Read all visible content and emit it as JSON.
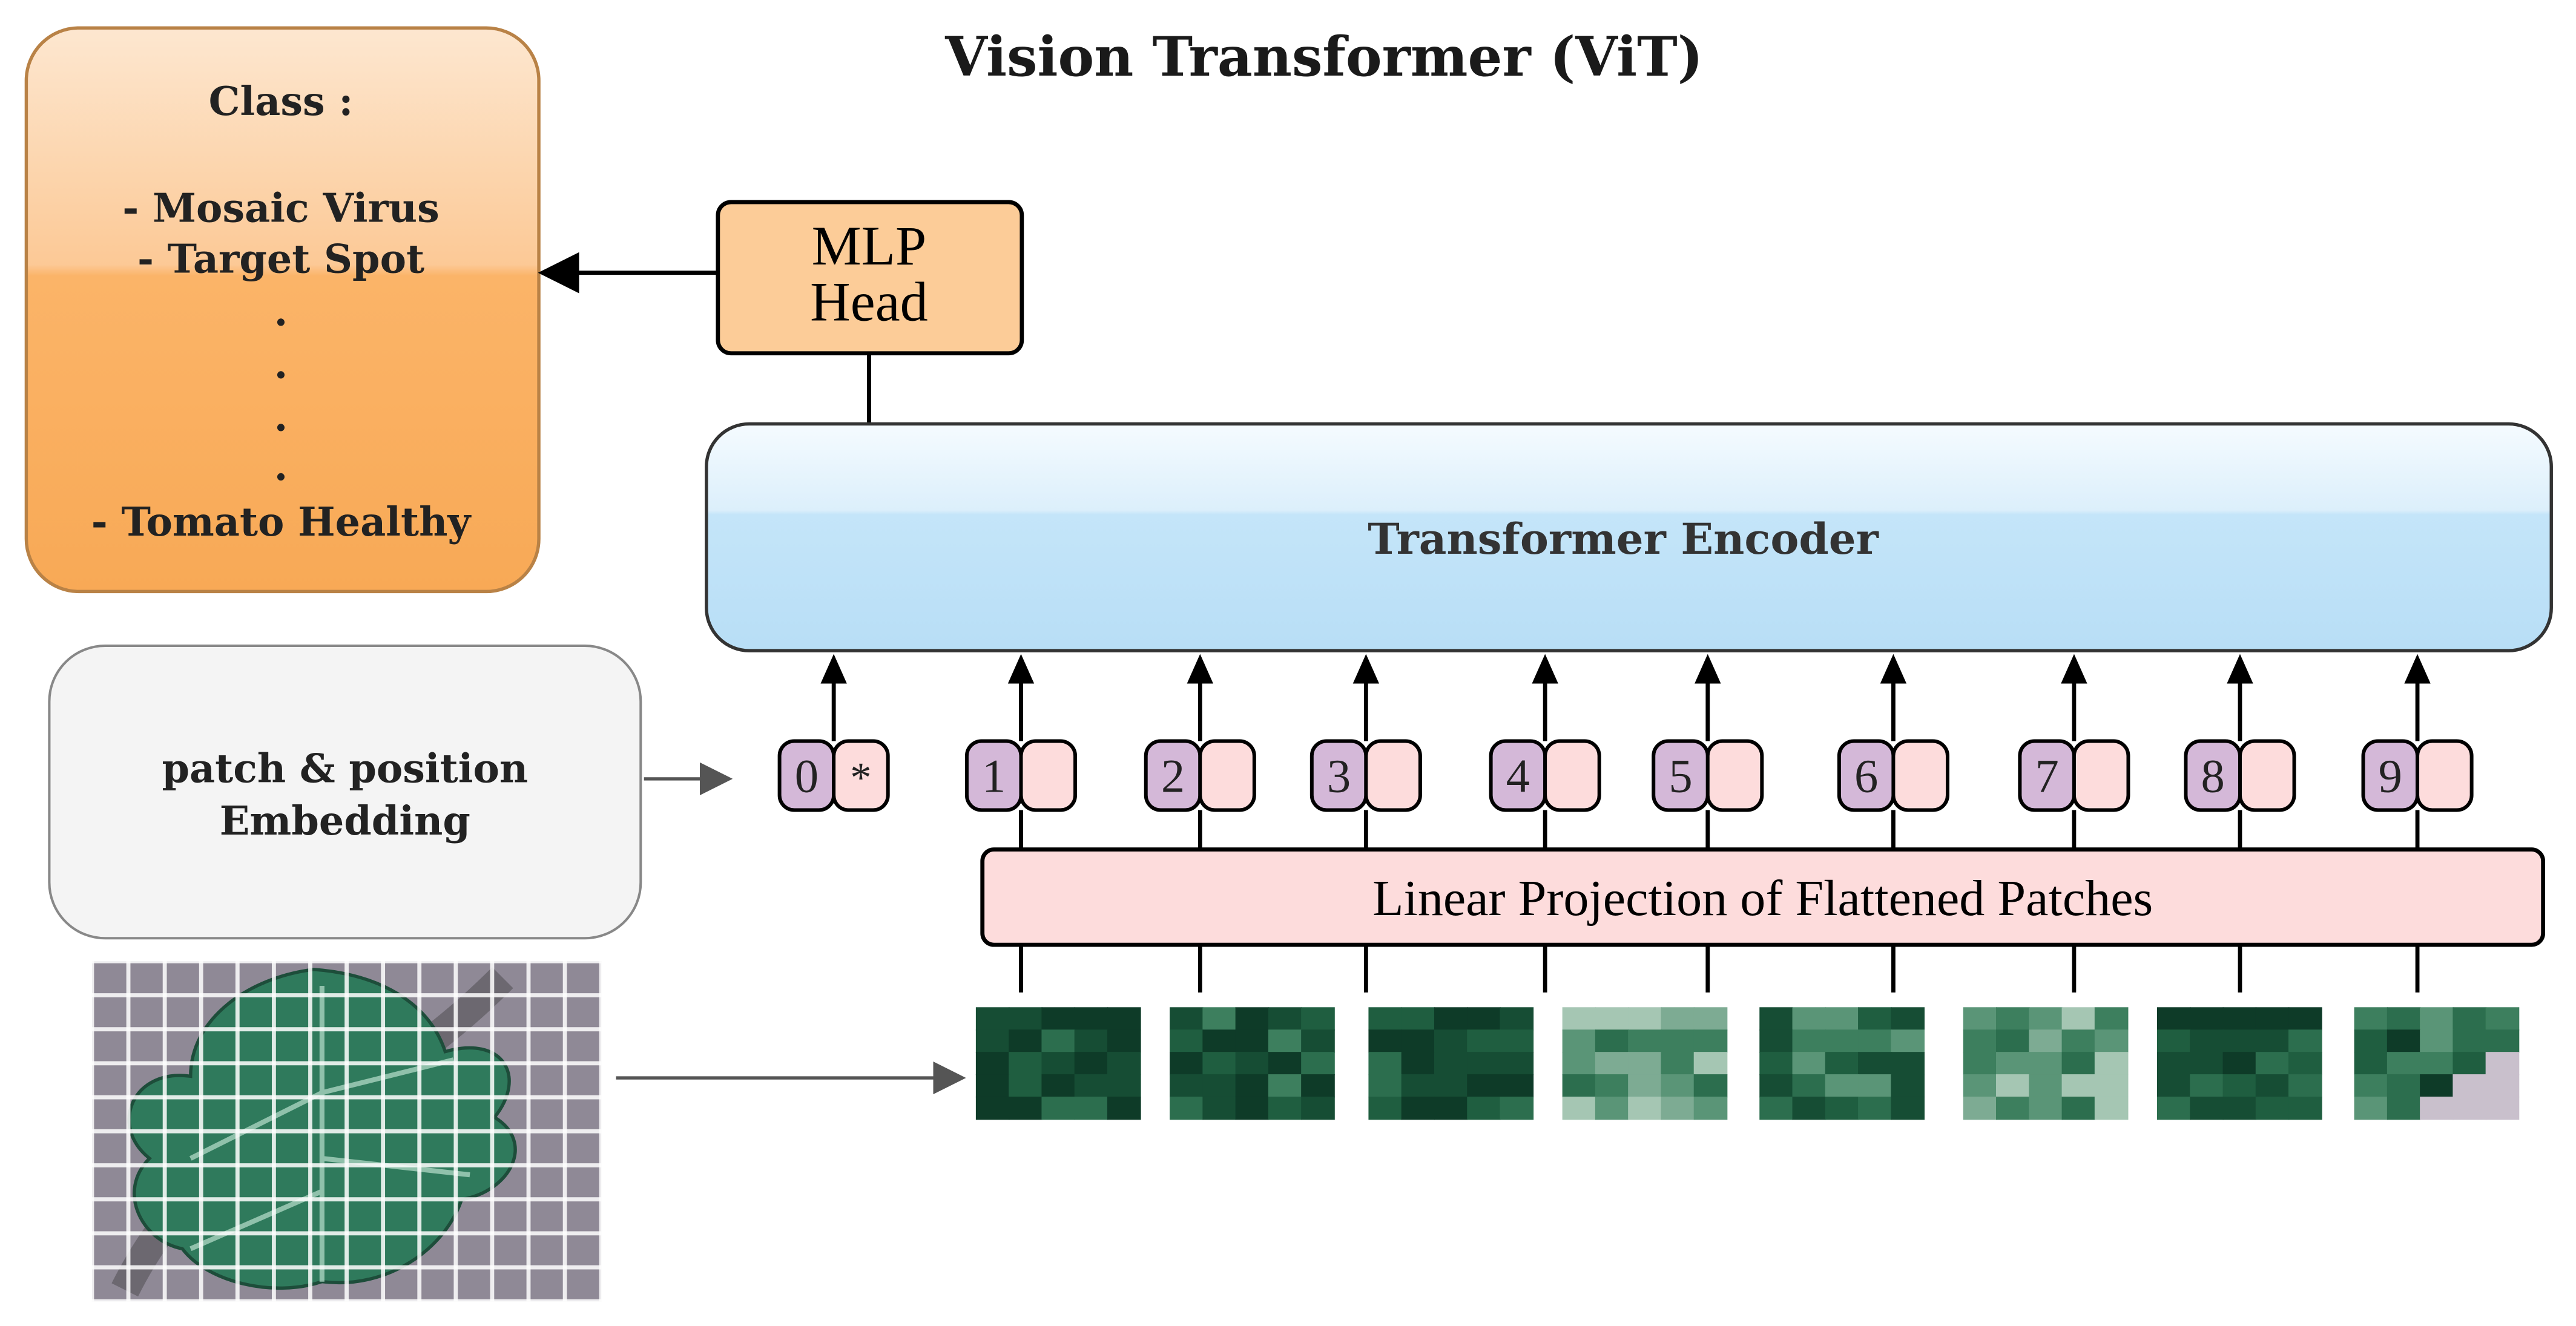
{
  "title": "Vision Transformer (ViT)",
  "class_box": {
    "heading": "Class :",
    "items": [
      "- Mosaic Virus",
      "- Target Spot",
      ".",
      ".",
      ".",
      ".",
      "- Tomato Healthy"
    ]
  },
  "mlp_head": {
    "line1": "MLP",
    "line2": "Head"
  },
  "encoder": {
    "label": "Transformer Encoder"
  },
  "embedding_box": {
    "line1": "patch & position",
    "line2": "Embedding"
  },
  "tokens": [
    {
      "index": "0",
      "extra": "*"
    },
    {
      "index": "1",
      "extra": ""
    },
    {
      "index": "2",
      "extra": ""
    },
    {
      "index": "3",
      "extra": ""
    },
    {
      "index": "4",
      "extra": ""
    },
    {
      "index": "5",
      "extra": ""
    },
    {
      "index": "6",
      "extra": ""
    },
    {
      "index": "7",
      "extra": ""
    },
    {
      "index": "8",
      "extra": ""
    },
    {
      "index": "9",
      "extra": ""
    }
  ],
  "projection": {
    "label": "Linear Projection of Flattened Patches"
  },
  "colors": {
    "orange_top": "#fde3c7",
    "orange_fill": "#fbb468",
    "orange_border": "#c98a45",
    "mlp_fill": "#fccc98",
    "encoder_top": "#f2f9ff",
    "encoder_fill": "#bfe3f8",
    "token_purple": "#d4b8d8",
    "token_pink": "#fddcdc",
    "projection_fill": "#fddcdc",
    "embed_fill": "#f5f5f5",
    "leaf_green": "#2f7a5c",
    "patch_dark": "#134d34"
  }
}
